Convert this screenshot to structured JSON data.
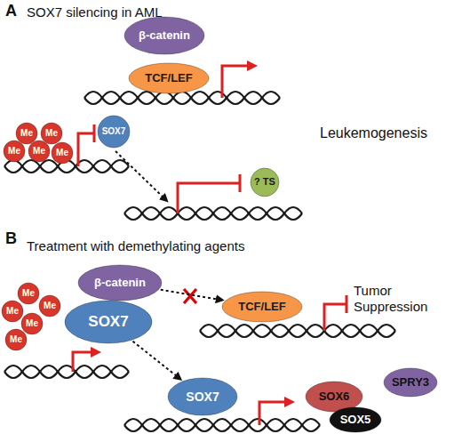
{
  "diagram": {
    "nodes": [
      {
        "text": [
          "β-catenin"
        ]
      },
      {
        "text": [
          "TCF/LEF"
        ]
      },
      {
        "text": [
          "Me"
        ]
      },
      {
        "text": [
          "Me"
        ]
      },
      {
        "text": [
          "Me"
        ]
      },
      {
        "text": [
          "Me"
        ]
      },
      {
        "text": [
          "Me"
        ]
      },
      {
        "text": [
          "SOX7"
        ]
      },
      {
        "text": [
          "? TS"
        ]
      },
      {
        "text": [
          "β-catenin"
        ]
      },
      {
        "text": [
          "SOX7"
        ]
      },
      {
        "text": [
          "TCF/LEF"
        ]
      },
      {
        "text": [
          "Me"
        ]
      },
      {
        "text": [
          "Me"
        ]
      },
      {
        "text": [
          "Me"
        ]
      },
      {
        "text": [
          "Me"
        ]
      },
      {
        "text": [
          "Me"
        ]
      },
      {
        "text": [
          "SOX7"
        ]
      },
      {
        "text": [
          "SOX6"
        ]
      },
      {
        "text": [
          "SOX5"
        ]
      },
      {
        "text": [
          "SPRY3"
        ]
      }
    ],
    "edges": [
      {
        "from": 9,
        "to": 11,
        "arrow": "to"
      },
      {
        "from": 10,
        "to": 17,
        "arrow": "to"
      }
    ],
    "labels": [
      "A",
      "SOX7 silencing in AML",
      "Leukemogenesis",
      "B",
      "Treatment with demethylating agents",
      "Tumor Suppression"
    ]
  }
}
